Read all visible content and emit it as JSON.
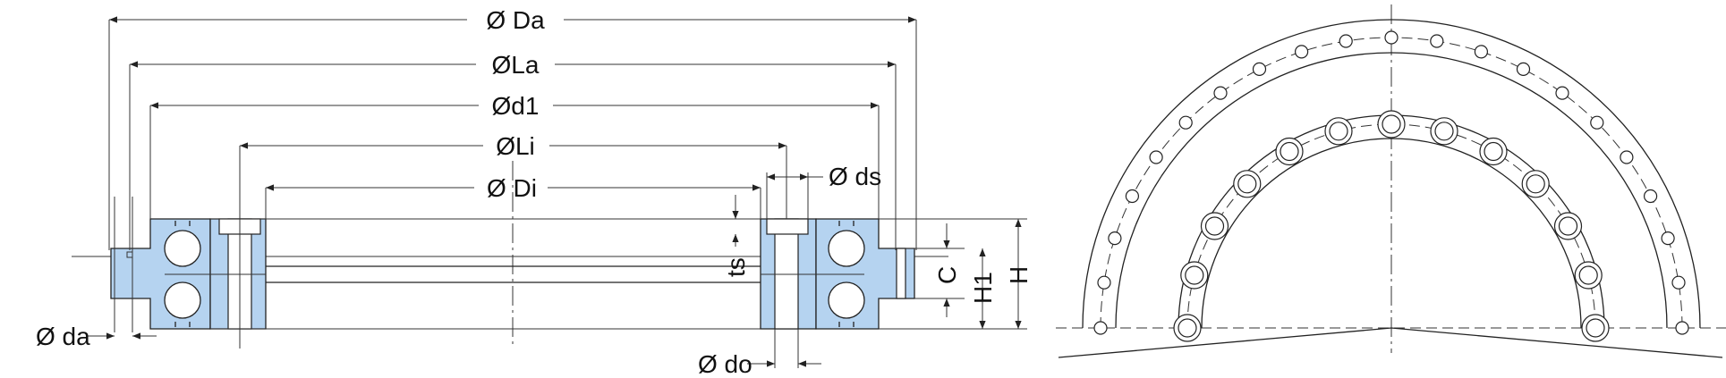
{
  "labels": {
    "Da": "Ø Da",
    "La": "ØLa",
    "d1": "Ød1",
    "Li": "ØLi",
    "Di": "Ø Di",
    "ds": "Ø ds",
    "da": "Ø da",
    "do": "Ø do",
    "ts": "ts",
    "C": "C",
    "H1": "H1",
    "H": "H"
  },
  "colors": {
    "section_fill": "#b5d3f0",
    "line": "#222222"
  }
}
